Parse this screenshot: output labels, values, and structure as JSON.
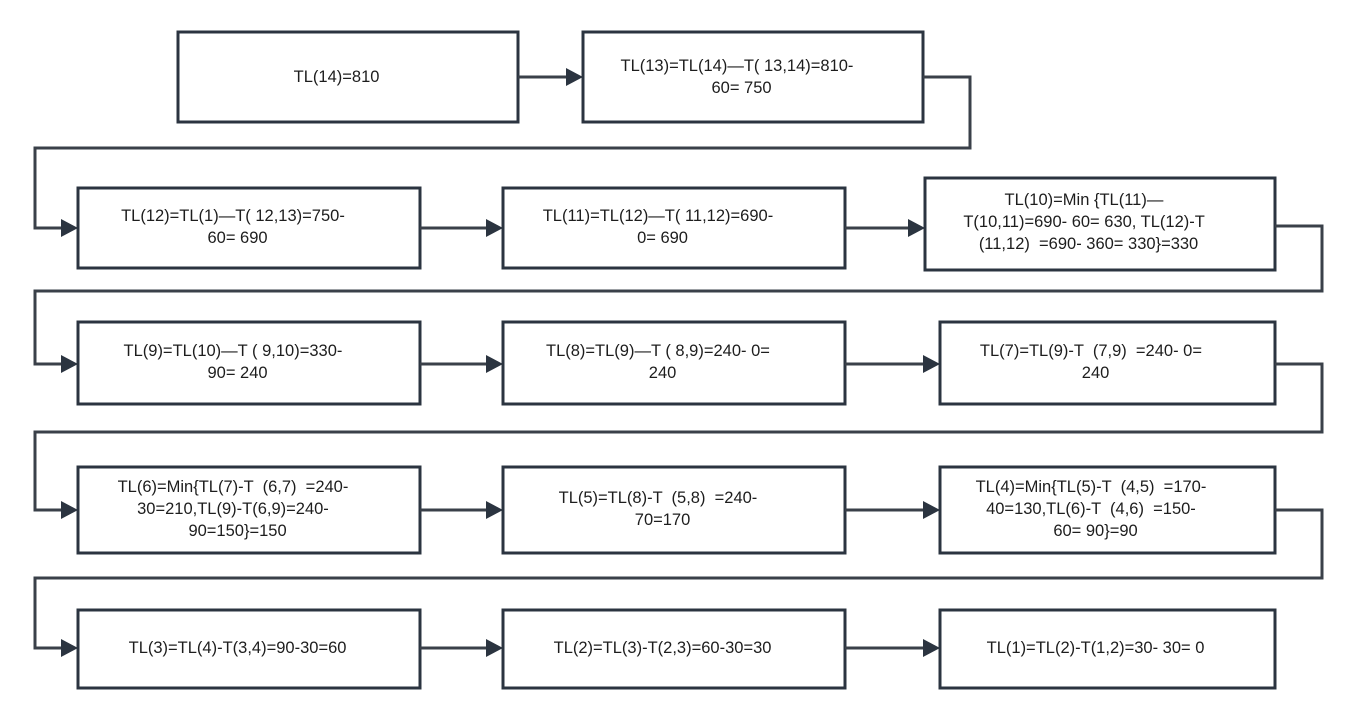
{
  "diagram": {
    "title": "Backward pass latest finish time (TL) computation flowchart",
    "colors": {
      "box_stroke": "#2b3440",
      "connector": "#3a4049",
      "background": "#ffffff",
      "text": "#1d1d1d"
    },
    "nodes": [
      {
        "id": "tl14",
        "name": "node-tl14",
        "lines": [
          "TL(14)=810"
        ]
      },
      {
        "id": "tl13",
        "name": "node-tl13",
        "lines": [
          "TL(13)=TL(14)—T( 13,14)=810-",
          "60= 750"
        ]
      },
      {
        "id": "tl12",
        "name": "node-tl12",
        "lines": [
          "TL(12)=TL(1)—T( 12,13)=750-",
          "60= 690"
        ]
      },
      {
        "id": "tl11",
        "name": "node-tl11",
        "lines": [
          "TL(11)=TL(12)—T( 11,12)=690-",
          "0= 690"
        ]
      },
      {
        "id": "tl10",
        "name": "node-tl10",
        "lines": [
          "TL(10)=Min {TL(11)—",
          "T(10,11)=690- 60= 630, TL(12)-T",
          "(11,12)  =690- 360= 330}=330"
        ]
      },
      {
        "id": "tl9",
        "name": "node-tl9",
        "lines": [
          "TL(9)=TL(10)—T ( 9,10)=330-",
          "90= 240"
        ]
      },
      {
        "id": "tl8",
        "name": "node-tl8",
        "lines": [
          "TL(8)=TL(9)—T ( 8,9)=240- 0=",
          "240"
        ]
      },
      {
        "id": "tl7",
        "name": "node-tl7",
        "lines": [
          "TL(7)=TL(9)-T  (7,9)  =240- 0=",
          "240"
        ]
      },
      {
        "id": "tl6",
        "name": "node-tl6",
        "lines": [
          "TL(6)=Min{TL(7)-T  (6,7)  =240-",
          "30=210,TL(9)-T(6,9)=240-",
          "90=150}=150"
        ]
      },
      {
        "id": "tl5",
        "name": "node-tl5",
        "lines": [
          "TL(5)=TL(8)-T  (5,8)  =240-",
          "70=170"
        ]
      },
      {
        "id": "tl4",
        "name": "node-tl4",
        "lines": [
          "TL(4)=Min{TL(5)-T  (4,5)  =170-",
          "40=130,TL(6)-T  (4,6)  =150-",
          "60= 90}=90"
        ]
      },
      {
        "id": "tl3",
        "name": "node-tl3",
        "lines": [
          "TL(3)=TL(4)-T(3,4)=90-30=60"
        ]
      },
      {
        "id": "tl2",
        "name": "node-tl2",
        "lines": [
          "TL(2)=TL(3)-T(2,3)=60-30=30"
        ]
      },
      {
        "id": "tl1",
        "name": "node-tl1",
        "lines": [
          "TL(1)=TL(2)-T(1,2)=30- 30= 0"
        ]
      }
    ],
    "connectors": [
      {
        "name": "connector-tl14-to-tl13",
        "kind": "straight"
      },
      {
        "name": "connector-tl13-to-tl12",
        "kind": "wrap"
      },
      {
        "name": "connector-tl12-to-tl11",
        "kind": "straight"
      },
      {
        "name": "connector-tl11-to-tl10",
        "kind": "straight"
      },
      {
        "name": "connector-tl10-to-tl9",
        "kind": "wrap"
      },
      {
        "name": "connector-tl9-to-tl8",
        "kind": "straight"
      },
      {
        "name": "connector-tl8-to-tl7",
        "kind": "straight"
      },
      {
        "name": "connector-tl7-to-tl6",
        "kind": "wrap"
      },
      {
        "name": "connector-tl6-to-tl5",
        "kind": "straight"
      },
      {
        "name": "connector-tl5-to-tl4",
        "kind": "straight"
      },
      {
        "name": "connector-tl4-to-tl3",
        "kind": "wrap"
      },
      {
        "name": "connector-tl3-to-tl2",
        "kind": "straight"
      },
      {
        "name": "connector-tl2-to-tl1",
        "kind": "straight"
      }
    ]
  }
}
